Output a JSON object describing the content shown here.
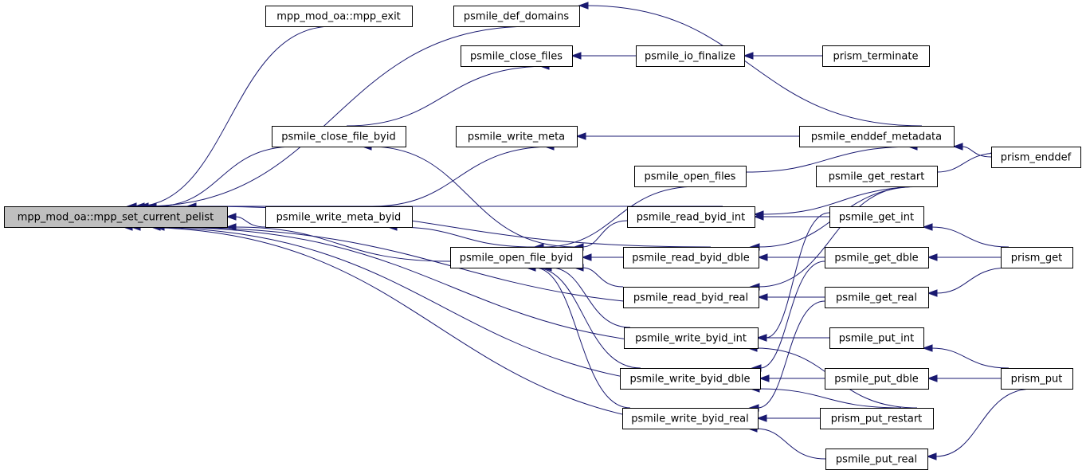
{
  "graph": {
    "nodes": [
      {
        "id": "root",
        "label": "mpp_mod_oa::mpp_set_current_pelist"
      },
      {
        "id": "exit",
        "label": "mpp_mod_oa::mpp_exit"
      },
      {
        "id": "defdom",
        "label": "psmile_def_domains"
      },
      {
        "id": "closefiles",
        "label": "psmile_close_files"
      },
      {
        "id": "iofin",
        "label": "psmile_io_finalize"
      },
      {
        "id": "prismterm",
        "label": "prism_terminate"
      },
      {
        "id": "closebyid",
        "label": "psmile_close_file_byid"
      },
      {
        "id": "writemeta",
        "label": "psmile_write_meta"
      },
      {
        "id": "enddefmeta",
        "label": "psmile_enddef_metadata"
      },
      {
        "id": "prismenddef",
        "label": "prism_enddef"
      },
      {
        "id": "openfiles",
        "label": "psmile_open_files"
      },
      {
        "id": "getrestart",
        "label": "psmile_get_restart"
      },
      {
        "id": "writemetabyid",
        "label": "psmile_write_meta_byid"
      },
      {
        "id": "readint",
        "label": "psmile_read_byid_int"
      },
      {
        "id": "getint",
        "label": "psmile_get_int"
      },
      {
        "id": "openbyid",
        "label": "psmile_open_file_byid"
      },
      {
        "id": "readdble",
        "label": "psmile_read_byid_dble"
      },
      {
        "id": "getdble",
        "label": "psmile_get_dble"
      },
      {
        "id": "prismget",
        "label": "prism_get"
      },
      {
        "id": "readreal",
        "label": "psmile_read_byid_real"
      },
      {
        "id": "getreal",
        "label": "psmile_get_real"
      },
      {
        "id": "writeint",
        "label": "psmile_write_byid_int"
      },
      {
        "id": "putint",
        "label": "psmile_put_int"
      },
      {
        "id": "writedble",
        "label": "psmile_write_byid_dble"
      },
      {
        "id": "putdble",
        "label": "psmile_put_dble"
      },
      {
        "id": "prismput",
        "label": "prism_put"
      },
      {
        "id": "writereal",
        "label": "psmile_write_byid_real"
      },
      {
        "id": "putrestart",
        "label": "prism_put_restart"
      },
      {
        "id": "putreal",
        "label": "psmile_put_real"
      }
    ]
  }
}
